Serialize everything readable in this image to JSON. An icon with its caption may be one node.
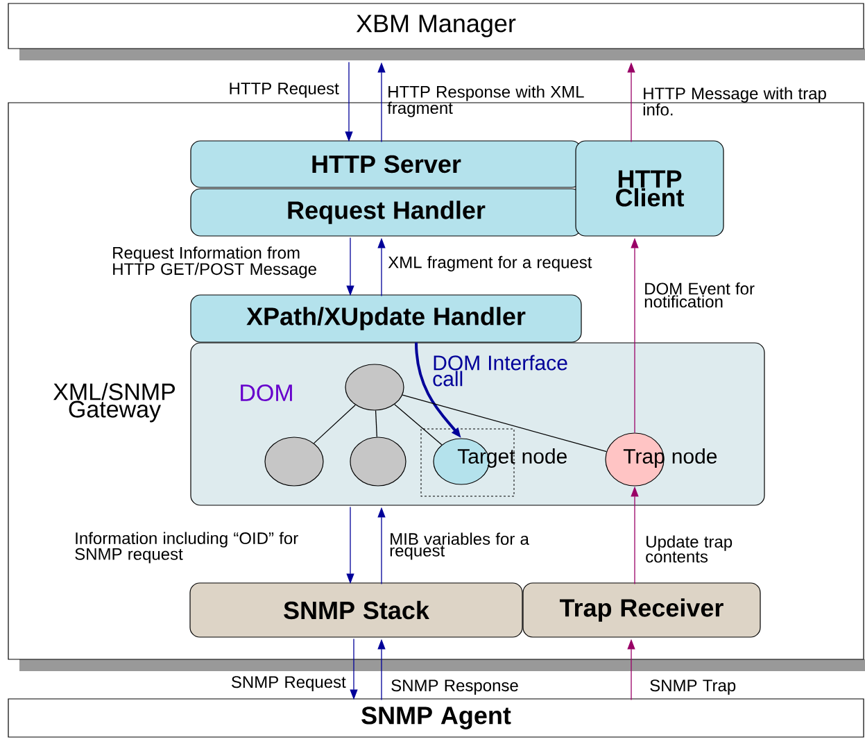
{
  "diagram": {
    "nodes": [
      {
        "text": [
          "XBM Manager"
        ]
      },
      {
        "text": [
          "XML/SNMP Gateway"
        ]
      },
      {
        "text": [
          "HTTP Server"
        ],
        "in": 1
      },
      {
        "text": [
          "Request Handler"
        ],
        "in": 1
      },
      {
        "text": [
          "HTTP Client"
        ],
        "in": 1
      },
      {
        "text": [
          "XPath/XUpdate Handler"
        ],
        "in": 1
      },
      {
        "text": [
          "DOM"
        ],
        "in": 1
      },
      {
        "text": [],
        "shape": "circle",
        "in": 6
      },
      {
        "text": [],
        "shape": "circle",
        "in": 6
      },
      {
        "text": [],
        "shape": "circle",
        "in": 6
      },
      {
        "text": [
          "Target node"
        ],
        "in": 6
      },
      {
        "text": [
          "Trap node"
        ],
        "in": 6
      },
      {
        "text": [
          "SNMP Stack"
        ],
        "in": 1
      },
      {
        "text": [
          "Trap Receiver"
        ],
        "in": 1
      },
      {
        "text": [
          "SNMP Agent"
        ]
      }
    ],
    "edges": [
      {
        "from": 0,
        "to": 2,
        "arrow": "to",
        "label": "HTTP Request"
      },
      {
        "from": 2,
        "to": 0,
        "arrow": "to",
        "label": "HTTP Response with XML fragment"
      },
      {
        "from": 4,
        "to": 0,
        "arrow": "to",
        "label": "HTTP Message with trap info.",
        "color": "#990066"
      },
      {
        "from": 3,
        "to": 5,
        "arrow": "to",
        "label": "Request Information from HTTP GET/POST Message"
      },
      {
        "from": 5,
        "to": 3,
        "arrow": "to",
        "label": "XML fragment for a request"
      },
      {
        "from": 11,
        "to": 4,
        "arrow": "to",
        "label": "DOM Event for notification",
        "color": "#990066"
      },
      {
        "from": 5,
        "to": 10,
        "arrow": "to",
        "label": "DOM Interface call",
        "style": "thick"
      },
      {
        "from": 7,
        "to": 8,
        "arrow": "none",
        "color": "#000000"
      },
      {
        "from": 7,
        "to": 9,
        "arrow": "none",
        "color": "#000000"
      },
      {
        "from": 7,
        "to": 10,
        "arrow": "none",
        "color": "#000000"
      },
      {
        "from": 7,
        "to": 11,
        "arrow": "none",
        "color": "#000000"
      },
      {
        "from": 6,
        "to": 12,
        "arrow": "to",
        "label": "Information including “OID” for SNMP request"
      },
      {
        "from": 12,
        "to": 6,
        "arrow": "to",
        "label": "MIB variables for a request"
      },
      {
        "from": 13,
        "to": 11,
        "arrow": "to",
        "label": "Update trap contents",
        "color": "#990066"
      },
      {
        "from": 12,
        "to": 14,
        "arrow": "to",
        "label": "SNMP Request"
      },
      {
        "from": 14,
        "to": 12,
        "arrow": "to",
        "label": "SNMP Response"
      },
      {
        "from": 14,
        "to": 13,
        "arrow": "to",
        "label": "SNMP Trap",
        "color": "#990066"
      }
    ]
  }
}
